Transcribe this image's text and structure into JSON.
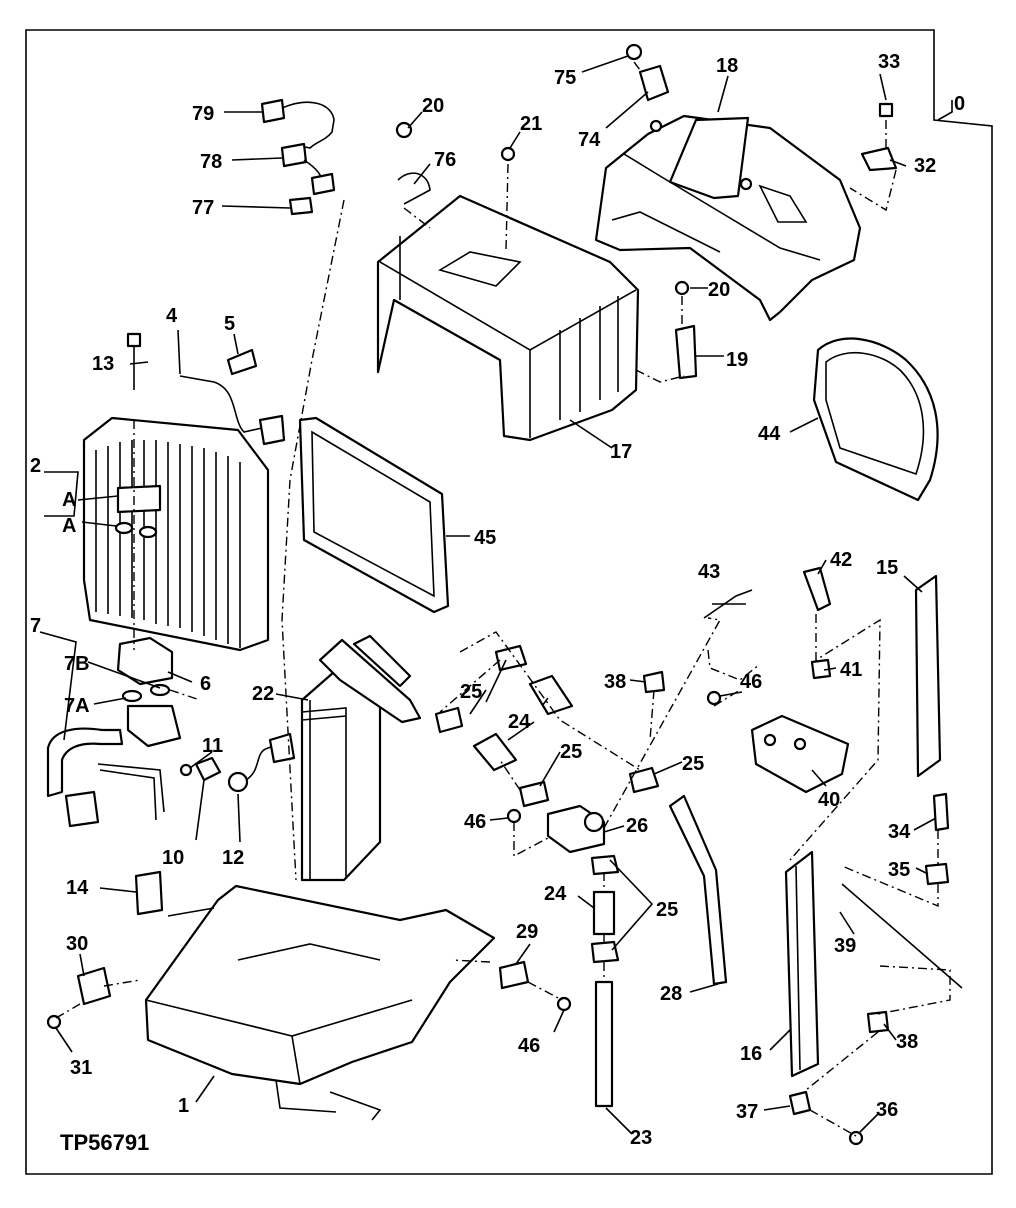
{
  "diagram": {
    "reference_code": "TP56791",
    "callouts": [
      "0",
      "1",
      "2",
      "A",
      "A",
      "4",
      "5",
      "6",
      "7",
      "7A",
      "7B",
      "10",
      "11",
      "12",
      "13",
      "14",
      "15",
      "16",
      "17",
      "18",
      "19",
      "20",
      "20",
      "21",
      "22",
      "23",
      "24",
      "24",
      "25",
      "25",
      "25",
      "25",
      "25",
      "26",
      "28",
      "29",
      "30",
      "31",
      "32",
      "33",
      "34",
      "35",
      "36",
      "37",
      "38",
      "38",
      "39",
      "40",
      "41",
      "42",
      "43",
      "44",
      "45",
      "46",
      "46",
      "46",
      "74",
      "75",
      "76",
      "77",
      "78",
      "79"
    ]
  }
}
